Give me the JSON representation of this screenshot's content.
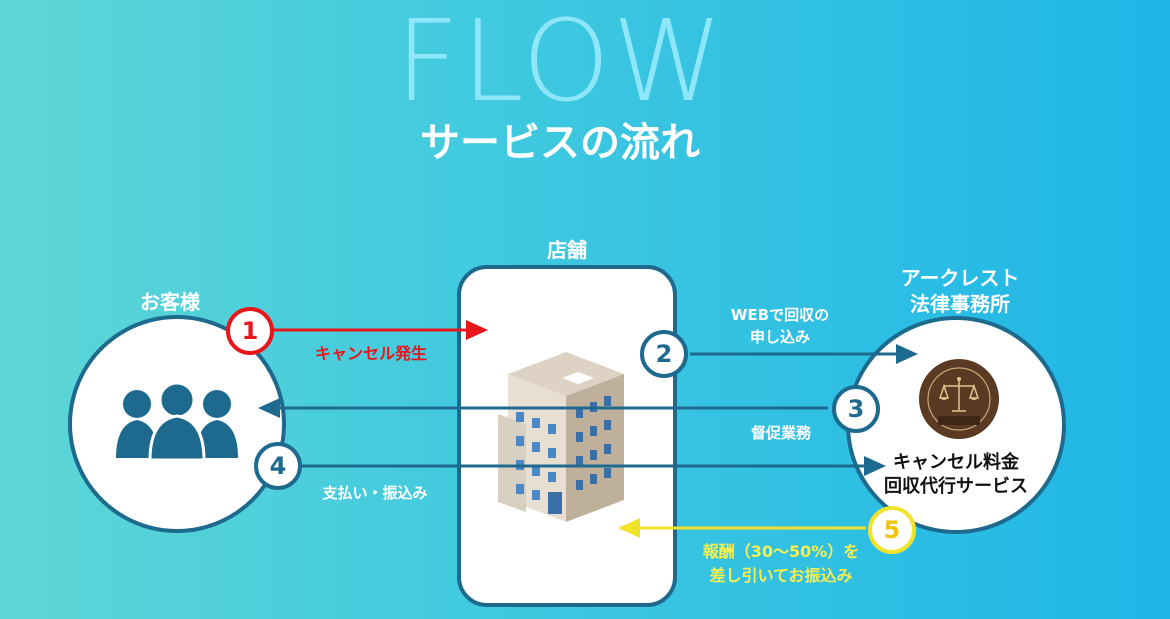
{
  "header": {
    "title": "FLOW",
    "subtitle": "サービスの流れ"
  },
  "nodes": {
    "customer": "お客様",
    "store": "店舗",
    "firm_line1": "アークレスト",
    "firm_line2": "法律事務所",
    "service_line1": "キャンセル料金",
    "service_line2": "回収代行サービス"
  },
  "steps": [
    {
      "num": "1",
      "label": "キャンセル発生"
    },
    {
      "num": "2",
      "label_line1": "WEBで回収の",
      "label_line2": "申し込み"
    },
    {
      "num": "3",
      "label": "督促業務"
    },
    {
      "num": "4",
      "label": "支払い・振込み"
    },
    {
      "num": "5",
      "label_line1": "報酬（30～50%）を",
      "label_line2": "差し引いてお振込み"
    }
  ],
  "colors": {
    "navy": "#1e6a8e",
    "red": "#e8151a",
    "yellow": "#f1e22a",
    "logo_bg": "#5a3a22"
  },
  "icons": {
    "customer": "people-group-icon",
    "store": "office-building-icon",
    "firm": "scales-of-justice-logo"
  }
}
